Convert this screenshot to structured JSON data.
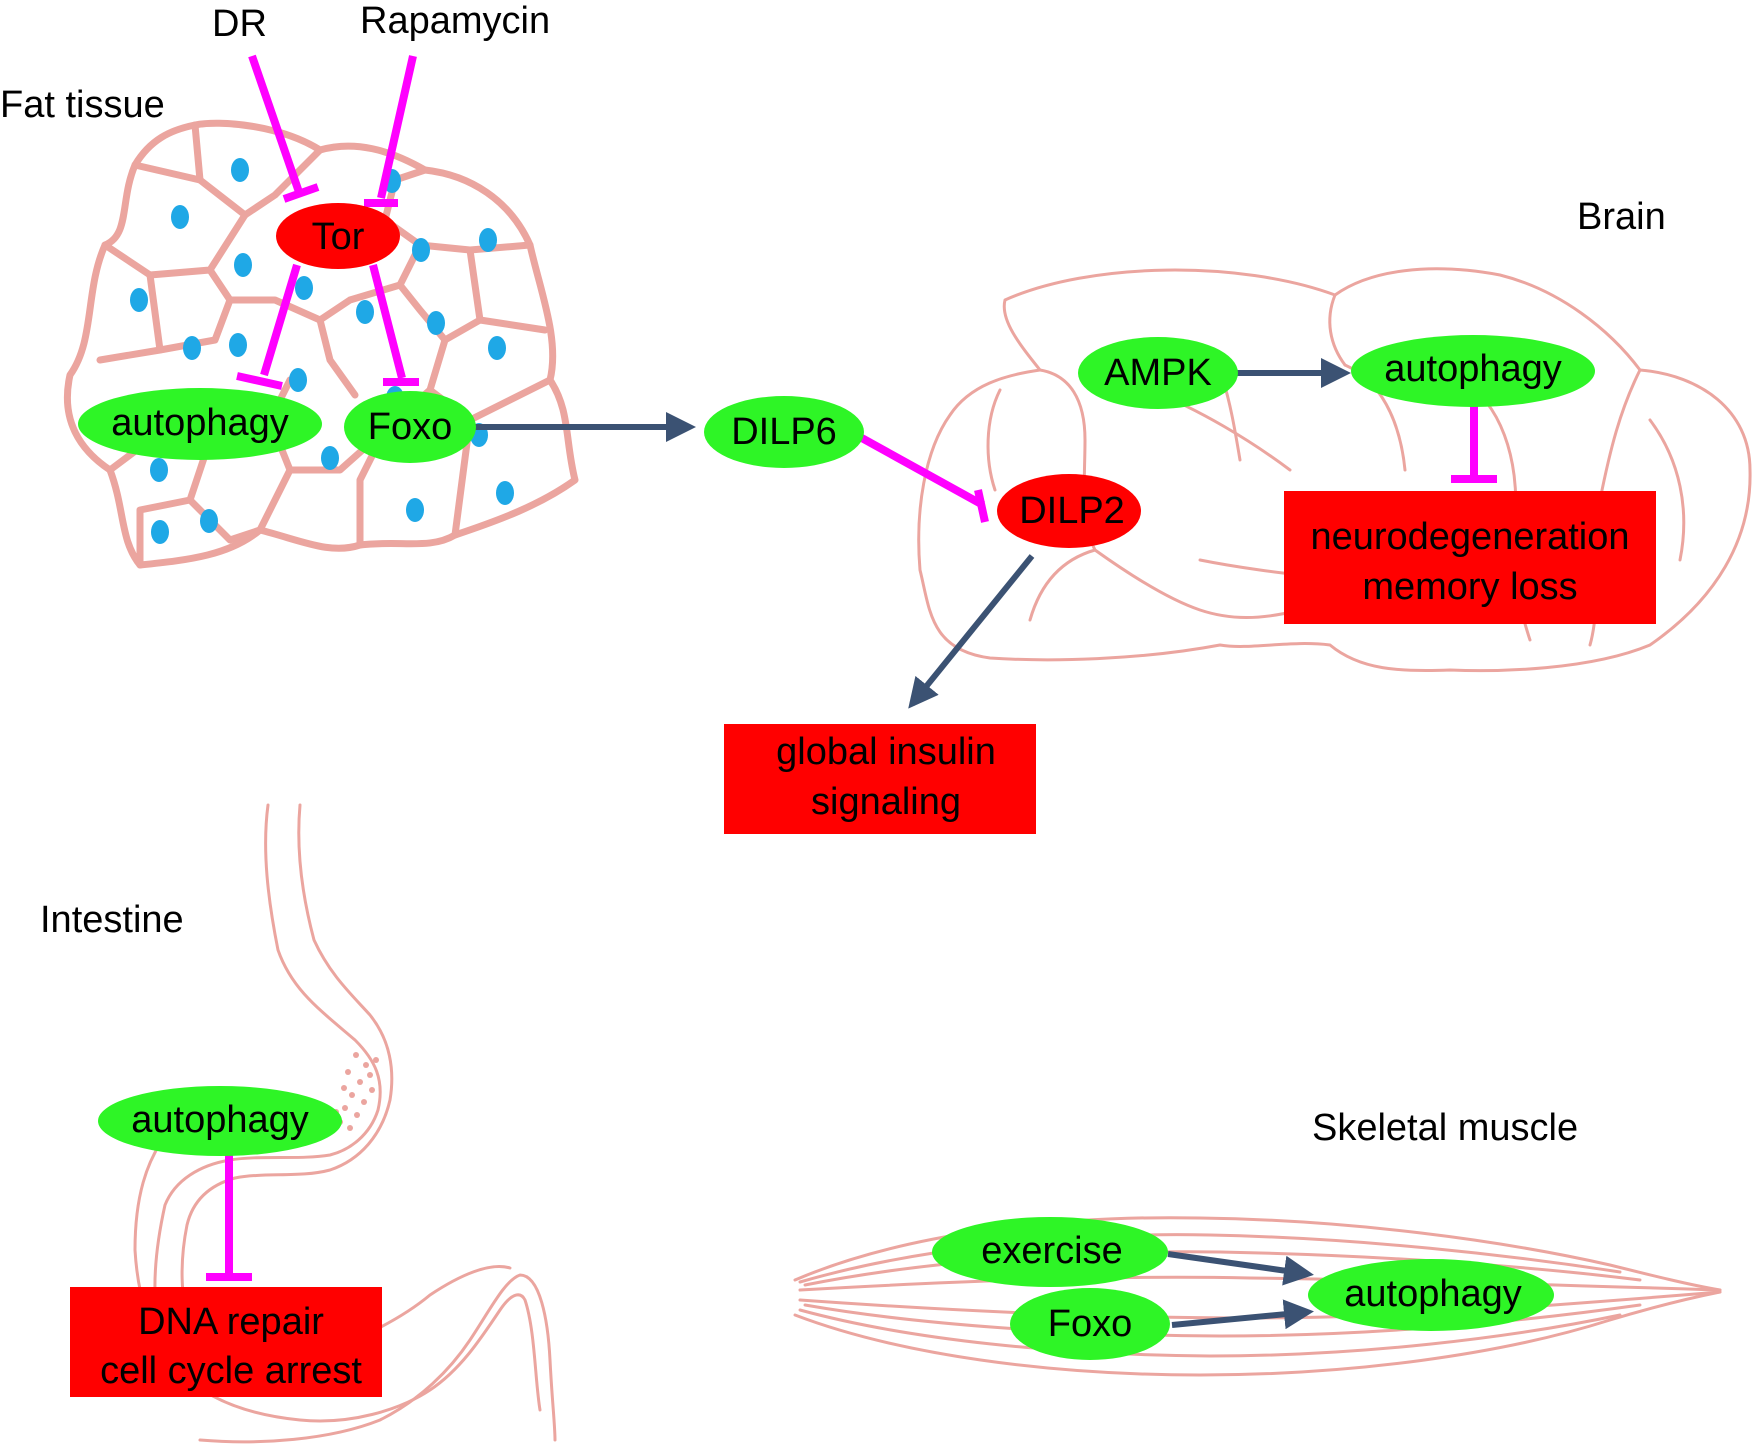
{
  "tissues": {
    "fat": "Fat tissue",
    "brain": "Brain",
    "intestine": "Intestine",
    "muscle": "Skeletal muscle"
  },
  "inputs": {
    "dr": "DR",
    "rapamycin": "Rapamycin"
  },
  "nodes": {
    "tor": "Tor",
    "fat_autophagy": "autophagy",
    "fat_foxo": "Foxo",
    "dilp6": "DILP6",
    "dilp2": "DILP2",
    "ampk": "AMPK",
    "brain_autophagy": "autophagy",
    "intestine_autophagy": "autophagy",
    "exercise": "exercise",
    "muscle_foxo": "Foxo",
    "muscle_autophagy": "autophagy"
  },
  "outcomes": {
    "insulin_line1": "global insulin",
    "insulin_line2": "signaling",
    "neuro_line1": "neurodegeneration",
    "neuro_line2": "memory loss",
    "dna_line1": "DNA repair",
    "dna_line2": "cell cycle arrest"
  },
  "colors": {
    "positive_node": "#2ef526",
    "negative_node": "#ff0000",
    "inhibition": "#ff00ff",
    "activation": "#3b5273",
    "tissue_outline": "#eba59f",
    "nucleus": "#1fa8e6"
  }
}
